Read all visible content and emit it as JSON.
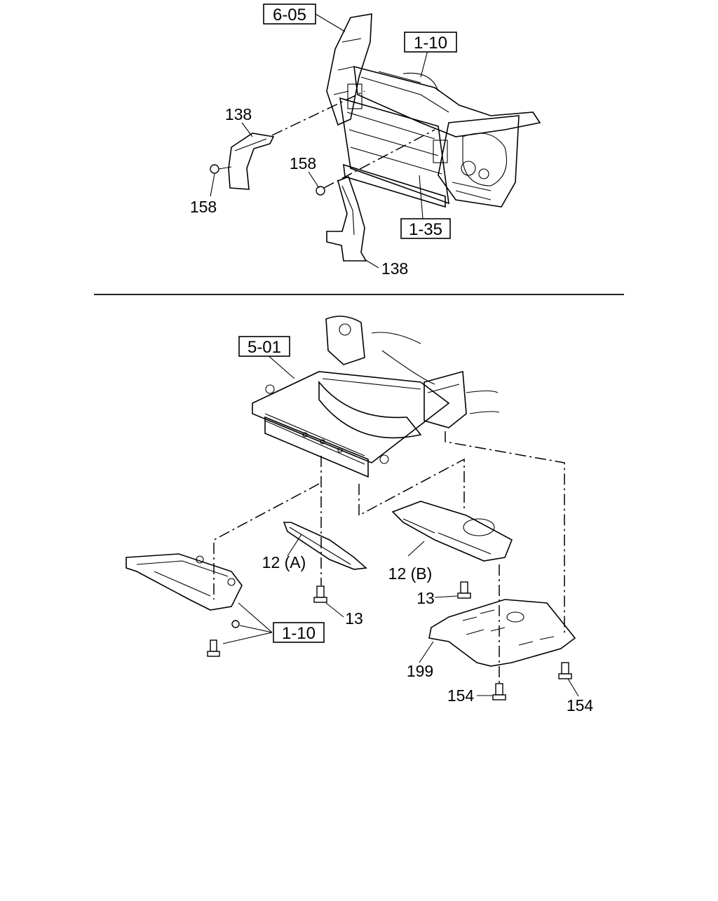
{
  "upper": {
    "refs": [
      "6-05",
      "1-10",
      "1-35"
    ],
    "callouts": [
      "138",
      "158",
      "158",
      "138"
    ]
  },
  "lower": {
    "refs": [
      "5-01",
      "1-10"
    ],
    "callouts": [
      "12 (A)",
      "12 (B)",
      "13",
      "13",
      "199",
      "154",
      "154"
    ]
  }
}
